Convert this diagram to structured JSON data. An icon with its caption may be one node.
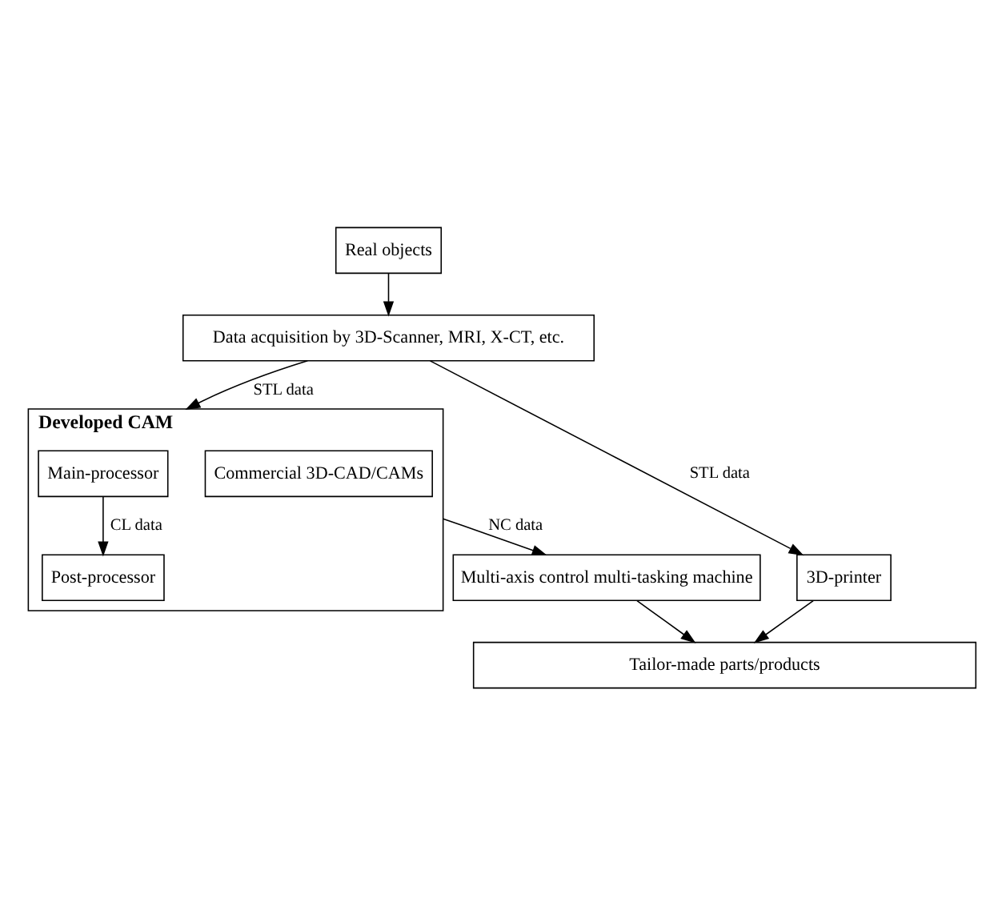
{
  "diagram": {
    "nodes": [
      {
        "text": [
          "Real objects"
        ]
      },
      {
        "text": [
          "Data acquisition by 3D-Scanner, MRI, X-CT, etc."
        ]
      },
      {
        "text": [
          "3D-printer"
        ]
      },
      {
        "text": [
          "Developed CAM"
        ]
      },
      {
        "text": [
          "Main-processor"
        ],
        "in": 3
      },
      {
        "text": [
          "Post-processor"
        ],
        "in": 3
      },
      {
        "text": [
          "Commercial 3D-CAD/CAMs"
        ],
        "in": 3
      },
      {
        "text": [
          "Multi-axis control multi-tasking machine"
        ]
      },
      {
        "text": [
          "Tailor-made parts/products"
        ]
      }
    ],
    "edges": [
      {
        "from": 0,
        "to": 1,
        "arrow": "to"
      },
      {
        "from": 1,
        "to": 2,
        "arrow": "to",
        "label": "STL data"
      },
      {
        "from": 1,
        "to": 3,
        "arrow": "to",
        "label": "STL data"
      },
      {
        "from": 4,
        "to": 5,
        "arrow": "to",
        "label": "CL data"
      },
      {
        "from": 3,
        "to": 7,
        "arrow": "to",
        "label": "NC data"
      },
      {
        "from": 2,
        "to": 8,
        "arrow": "to"
      },
      {
        "from": 7,
        "to": 8,
        "arrow": "to"
      }
    ]
  }
}
